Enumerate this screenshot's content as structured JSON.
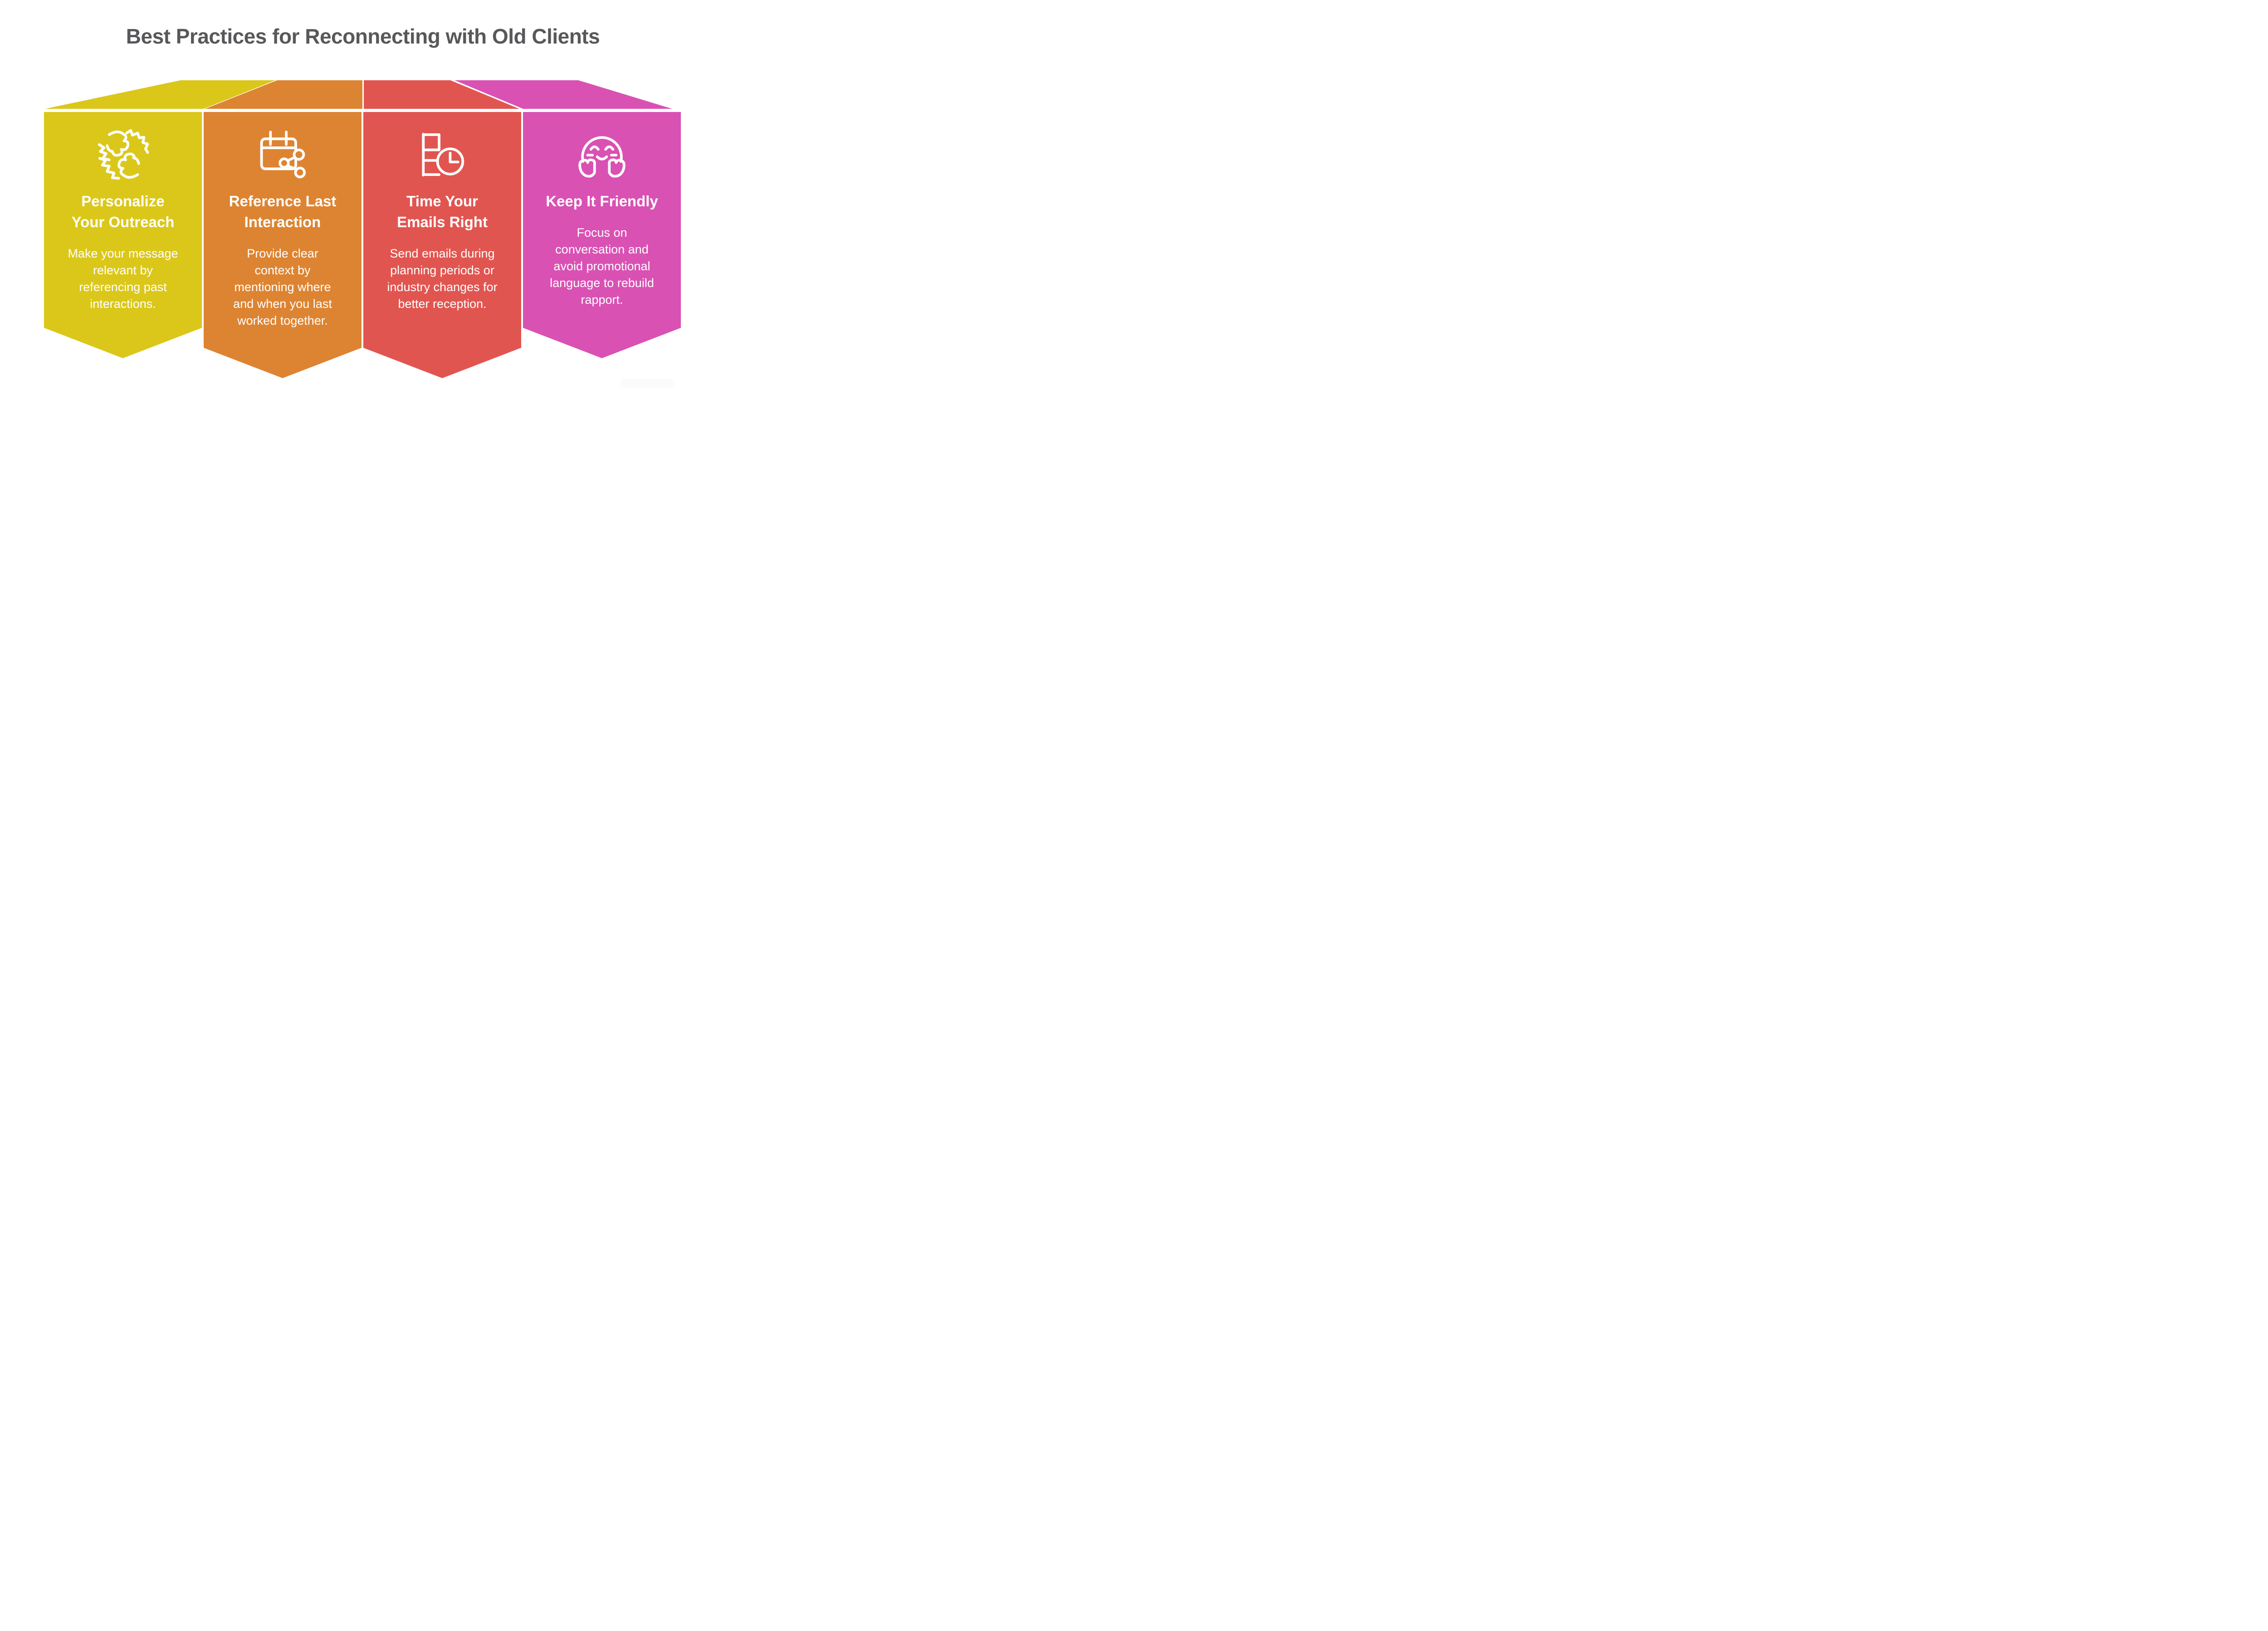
{
  "title": "Best Practices for Reconnecting with Old Clients",
  "title_color": "#58585b",
  "background_color": "#ffffff",
  "icon_stroke_color": "#ffffff",
  "banners": [
    {
      "id": "personalize-your-outreach",
      "color": "#dbc71a",
      "icon": "high-five-hands-icon",
      "title_lines": {
        "0": "Personalize",
        "1": "Your Outreach"
      },
      "body_lines": {
        "0": "Make your message",
        "1": "relevant by",
        "2": "referencing past",
        "3": "interactions."
      }
    },
    {
      "id": "reference-last-interaction",
      "color": "#dd8432",
      "icon": "calendar-share-icon",
      "title_lines": {
        "0": "Reference Last",
        "1": "Interaction"
      },
      "body_lines": {
        "0": "Provide clear",
        "1": "context by",
        "2": "mentioning where",
        "3": "and when you last",
        "4": "worked together."
      }
    },
    {
      "id": "time-your-emails-right",
      "color": "#e15550",
      "icon": "tasks-clock-icon",
      "title_lines": {
        "0": "Time Your",
        "1": "Emails Right"
      },
      "body_lines": {
        "0": "Send emails during",
        "1": "planning periods or",
        "2": "industry changes for",
        "3": "better reception."
      }
    },
    {
      "id": "keep-it-friendly",
      "color": "#d951b3",
      "icon": "hug-face-icon",
      "title_lines": {
        "0": "Keep It Friendly"
      },
      "body_lines": {
        "0": "Focus on",
        "1": "conversation and",
        "2": "avoid promotional",
        "3": "language to rebuild",
        "4": "rapport."
      }
    }
  ]
}
